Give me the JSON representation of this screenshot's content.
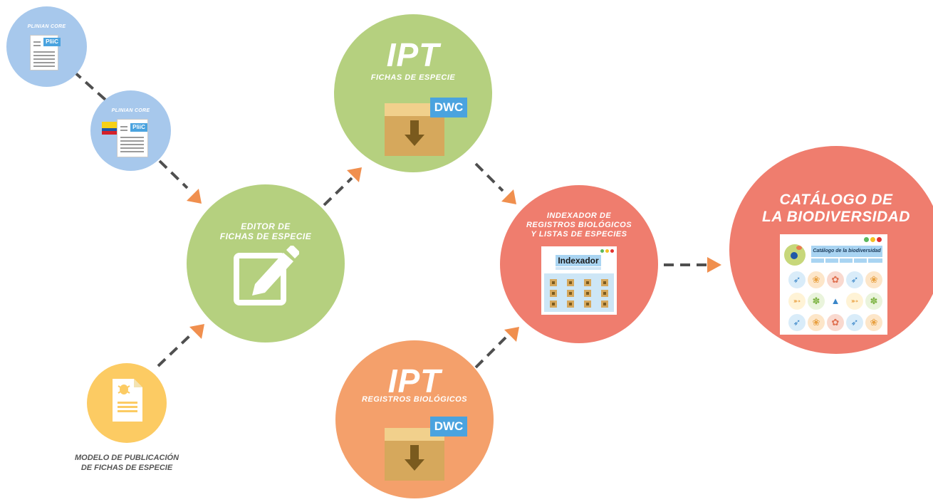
{
  "nodes": {
    "plinian_core_1": {
      "caption": "PLINIAN CORE",
      "tag": "PliiC"
    },
    "plinian_core_2": {
      "caption": "PLINIAN CORE",
      "tag": "PliiC"
    },
    "editor": {
      "line1": "EDITOR DE",
      "line2": "FICHAS DE ESPECIE"
    },
    "ipt_fichas": {
      "title": "IPT",
      "subtitle": "FICHAS DE ESPECIE",
      "badge": "DWC"
    },
    "ipt_registros": {
      "title": "IPT",
      "subtitle": "REGISTROS BIOLÓGICOS",
      "badge": "DWC"
    },
    "indexador": {
      "line1": "INDEXADOR DE",
      "line2": "REGISTROS BIOLÓGICOS",
      "line3": "Y LISTAS DE ESPECIES",
      "window_title": "Indexador"
    },
    "catalogo": {
      "line1": "CATÁLOGO DE",
      "line2": "LA BIODIVERSIDAD",
      "window_title": "Catálogo de la biodiversidad"
    },
    "modelo": {
      "line1": "MODELO DE PUBLICACIÓN",
      "line2": "DE FICHAS DE ESPECIE"
    }
  },
  "colors": {
    "blue_circle": "#a7c8ec",
    "green_circle": "#b5d07f",
    "red_circle": "#ef7d6e",
    "orange_circle": "#f4a06b",
    "yellow_circle": "#fccb63",
    "arrow": "#f08f4e",
    "dash": "#4f4f4f",
    "dwc_badge": "#4aa3df"
  },
  "icons": [
    "document-icon",
    "flag-icon",
    "edit-icon",
    "download-box-icon",
    "bug-document-icon",
    "species-icons"
  ]
}
